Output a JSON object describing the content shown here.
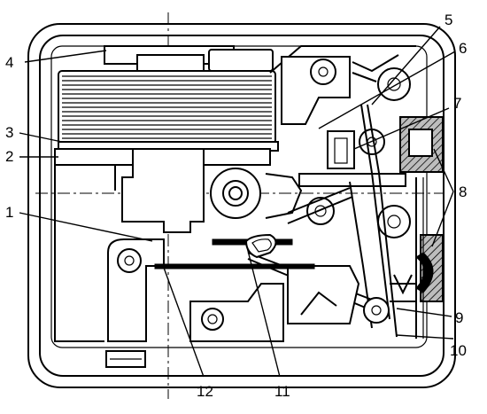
{
  "callouts": [
    {
      "id": "1",
      "text": "1"
    },
    {
      "id": "2",
      "text": "2"
    },
    {
      "id": "3",
      "text": "3"
    },
    {
      "id": "4",
      "text": "4"
    },
    {
      "id": "5",
      "text": "5"
    },
    {
      "id": "6",
      "text": "6"
    },
    {
      "id": "7",
      "text": "7"
    },
    {
      "id": "8",
      "text": "8"
    },
    {
      "id": "9",
      "text": "9"
    },
    {
      "id": "10",
      "text": "10"
    },
    {
      "id": "11",
      "text": "11"
    },
    {
      "id": "12",
      "text": "12"
    }
  ]
}
